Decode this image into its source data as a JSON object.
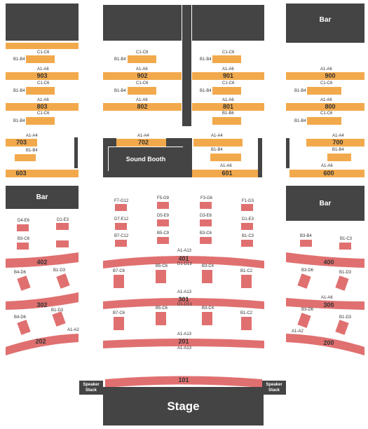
{
  "colors": {
    "dark": "#444444",
    "orange": "#F2A94C",
    "red": "#E07070",
    "text": "#333333",
    "white": "#ffffff"
  },
  "venue": {
    "stage": "Stage",
    "speaker_stack": "Speaker Stack",
    "sound_booth": "Sound Booth",
    "bar": "Bar"
  },
  "upper_left": {
    "s903": "903",
    "s803": "803",
    "s703": "703",
    "s603": "603",
    "c1c6": "C1-C6",
    "b1b4": "B1-B4",
    "a1a6": "A1-A6",
    "a1a4": "A1-A4",
    "b1b4b": "B1-B4"
  },
  "upper_mid_left": {
    "s902": "902",
    "s802": "802",
    "s702": "702",
    "c1c6": "C1-C6",
    "b1b4": "B1-B4",
    "a1a6": "A1-A6",
    "a1a4": "A1-A4"
  },
  "upper_mid_right": {
    "s901": "901",
    "s801": "801",
    "s601": "601",
    "c1c6": "C1-C6",
    "b1b4": "B1-B4",
    "a1a6": "A1-A6",
    "b1b6": "B1-B6",
    "a1a4": "A1-A4"
  },
  "upper_right": {
    "s900": "900",
    "s800": "800",
    "s700": "700",
    "s600": "600",
    "c1c6": "C1-C6",
    "b1b4": "B1-B4",
    "a1a6": "A1-A6",
    "a1a4": "A1-A4"
  },
  "floor_left": {
    "d4e6": "D4-E6",
    "d1e3": "D1-E3",
    "b3c6": "B3-C6",
    "s402": "402",
    "b4d6": "B4-D6",
    "b1d3": "B1-D3",
    "s302": "302",
    "s202": "202",
    "a1a2": "A1-A2"
  },
  "floor_center": {
    "f7g12": "F7-G12",
    "f5g9": "F5-G9",
    "f3g6": "F3-G6",
    "f1g3": "F1-G3",
    "d7e12": "D7-E12",
    "d5e9": "D5-E9",
    "d3e6": "D3-E6",
    "d1e3": "D1-E3",
    "b7c12": "B7-C12",
    "b5c9": "B5-C9",
    "b3c6": "B3-C6",
    "b1c3": "B1-C3",
    "a1a13": "A1-A13",
    "s401": "401",
    "d1d13": "D1-D13",
    "b7c6": "B7-C6",
    "b5c6": "B5-C6",
    "b3c4": "B3-C4",
    "b1c2": "B1-C2",
    "s301": "301",
    "s201": "201",
    "s101": "101"
  },
  "floor_right": {
    "b3b4": "B3-B4",
    "b1c3": "B1-C3",
    "s400": "400",
    "b3d6": "B3-D6",
    "b1d3": "B1-D3",
    "a1a6": "A1-A6",
    "s300": "300",
    "s200": "200",
    "a1a2": "A1-A2"
  }
}
